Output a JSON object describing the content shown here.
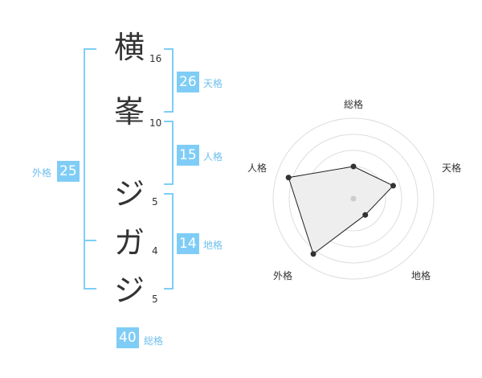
{
  "name_chars": [
    {
      "char": "横",
      "strokes": "16"
    },
    {
      "char": "峯",
      "strokes": "10"
    },
    {
      "char": "ジ",
      "strokes": "5"
    },
    {
      "char": "ガ",
      "strokes": "4"
    },
    {
      "char": "ジ",
      "strokes": "5"
    }
  ],
  "fortune": {
    "tenkaku": {
      "value": "26",
      "label": "天格"
    },
    "jinkaku": {
      "value": "15",
      "label": "人格"
    },
    "chikaku": {
      "value": "14",
      "label": "地格"
    },
    "gaikaku": {
      "value": "25",
      "label": "外格"
    },
    "soukaku": {
      "value": "40",
      "label": "総格"
    }
  },
  "radar": {
    "axes": [
      "総格",
      "天格",
      "地格",
      "外格",
      "人格"
    ],
    "values": [
      0.4,
      0.52,
      0.25,
      0.85,
      0.85
    ],
    "colors": {
      "ring": "#dddddd",
      "fill": "#eeeeee",
      "line": "#222222",
      "center": "#cccccc"
    }
  },
  "colors": {
    "accent": "#7fcdf6"
  }
}
